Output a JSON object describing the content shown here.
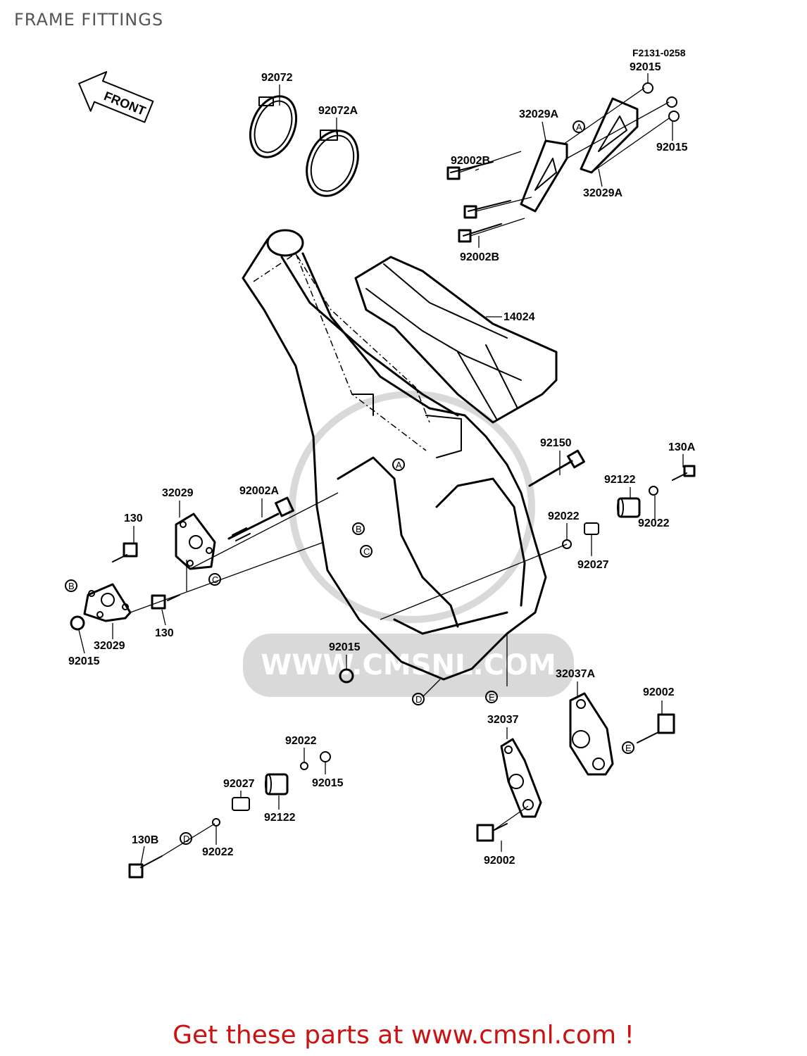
{
  "header": {
    "title": "FRAME FITTINGS"
  },
  "diagram": {
    "code": "F2131-0258",
    "front_label": "FRONT",
    "watermark": "WWW.CMSNL.COM",
    "parts": [
      {
        "id": "p-92072",
        "label": "92072"
      },
      {
        "id": "p-92072a",
        "label": "92072A"
      },
      {
        "id": "p-92015-top",
        "label": "92015"
      },
      {
        "id": "p-32029a-top",
        "label": "32029A"
      },
      {
        "id": "p-92015-right",
        "label": "92015"
      },
      {
        "id": "p-92002b-top",
        "label": "92002B"
      },
      {
        "id": "p-32029a-right",
        "label": "32029A"
      },
      {
        "id": "p-92002b-bottom",
        "label": "92002B"
      },
      {
        "id": "p-14024",
        "label": "14024"
      },
      {
        "id": "p-92150",
        "label": "92150"
      },
      {
        "id": "p-130a",
        "label": "130A"
      },
      {
        "id": "p-92122-right",
        "label": "92122"
      },
      {
        "id": "p-92022-right",
        "label": "92022"
      },
      {
        "id": "p-92022-mid",
        "label": "92022"
      },
      {
        "id": "p-92027-mid",
        "label": "92027"
      },
      {
        "id": "p-32029-top",
        "label": "32029"
      },
      {
        "id": "p-92002a",
        "label": "92002A"
      },
      {
        "id": "p-130-top",
        "label": "130"
      },
      {
        "id": "p-130-bottom",
        "label": "130"
      },
      {
        "id": "p-32029-bottom",
        "label": "32029"
      },
      {
        "id": "p-92015-left",
        "label": "92015"
      },
      {
        "id": "p-92015-center",
        "label": "92015"
      },
      {
        "id": "p-32037a",
        "label": "32037A"
      },
      {
        "id": "p-92002-right",
        "label": "92002"
      },
      {
        "id": "p-32037",
        "label": "32037"
      },
      {
        "id": "p-92002-bottom",
        "label": "92002"
      },
      {
        "id": "p-92022-lower",
        "label": "92022"
      },
      {
        "id": "p-92015-lower",
        "label": "92015"
      },
      {
        "id": "p-92027-lower",
        "label": "92027"
      },
      {
        "id": "p-92122-lower",
        "label": "92122"
      },
      {
        "id": "p-130b",
        "label": "130B"
      },
      {
        "id": "p-92022-bottom",
        "label": "92022"
      }
    ],
    "refs": [
      {
        "id": "r-a-top",
        "letter": "A"
      },
      {
        "id": "r-a-frame",
        "letter": "A"
      },
      {
        "id": "r-b-frame",
        "letter": "B"
      },
      {
        "id": "r-c-frame",
        "letter": "C"
      },
      {
        "id": "r-b-left",
        "letter": "B"
      },
      {
        "id": "r-c-left",
        "letter": "C"
      },
      {
        "id": "r-d-frame",
        "letter": "D"
      },
      {
        "id": "r-e-frame",
        "letter": "E"
      },
      {
        "id": "r-e-right",
        "letter": "E"
      },
      {
        "id": "r-d-lower",
        "letter": "D"
      }
    ]
  },
  "footer": {
    "cta": "Get these parts at www.cmsnl.com !"
  }
}
